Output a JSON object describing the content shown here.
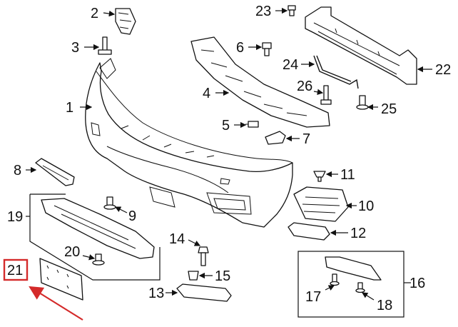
{
  "callouts": [
    {
      "id": "1",
      "label": "1"
    },
    {
      "id": "2",
      "label": "2"
    },
    {
      "id": "3",
      "label": "3"
    },
    {
      "id": "4",
      "label": "4"
    },
    {
      "id": "5",
      "label": "5"
    },
    {
      "id": "6",
      "label": "6"
    },
    {
      "id": "7",
      "label": "7"
    },
    {
      "id": "8",
      "label": "8"
    },
    {
      "id": "9",
      "label": "9"
    },
    {
      "id": "10",
      "label": "10"
    },
    {
      "id": "11",
      "label": "11"
    },
    {
      "id": "12",
      "label": "12"
    },
    {
      "id": "13",
      "label": "13"
    },
    {
      "id": "14",
      "label": "14"
    },
    {
      "id": "15",
      "label": "15"
    },
    {
      "id": "16",
      "label": "16"
    },
    {
      "id": "17",
      "label": "17"
    },
    {
      "id": "18",
      "label": "18"
    },
    {
      "id": "19",
      "label": "19"
    },
    {
      "id": "20",
      "label": "20"
    },
    {
      "id": "21",
      "label": "21"
    },
    {
      "id": "22",
      "label": "22"
    },
    {
      "id": "23",
      "label": "23"
    },
    {
      "id": "24",
      "label": "24"
    },
    {
      "id": "25",
      "label": "25"
    },
    {
      "id": "26",
      "label": "26"
    }
  ],
  "highlight": {
    "callout": "21",
    "color": "#d42a2a"
  }
}
